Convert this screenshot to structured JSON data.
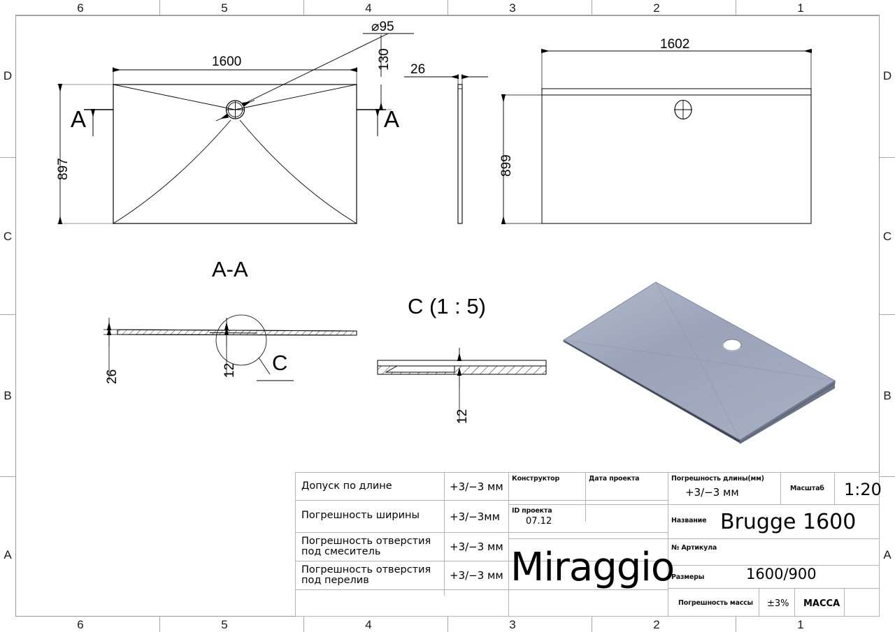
{
  "sheet": {
    "background": "#ffffff",
    "frame_color": "#9a9a9a",
    "line_color": "#000000"
  },
  "frame": {
    "columns_top": [
      "6",
      "5",
      "4",
      "3",
      "2",
      "1"
    ],
    "columns_bottom": [
      "6",
      "5",
      "4",
      "3",
      "2",
      "1"
    ],
    "rows_left": [
      "D",
      "C",
      "B",
      "A"
    ],
    "rows_right": [
      "D",
      "C",
      "B",
      "A"
    ]
  },
  "views": {
    "top_view": {
      "dim_width": "1600",
      "dim_height": "897",
      "dim_hole_diameter": "⌀95",
      "dim_hole_offset": "130",
      "section_letter_left": "A",
      "section_letter_right": "A"
    },
    "edge_view": {
      "dim_thickness": "26"
    },
    "bottom_view": {
      "dim_width": "1602",
      "dim_height": "899"
    },
    "section_aa": {
      "title": "A-A",
      "dim_overall": "26",
      "dim_local": "12",
      "detail_callout": "C"
    },
    "detail_c": {
      "title": "C (1 : 5)",
      "dim_thickness": "12"
    },
    "isometric": {
      "body_color": "#9aa3b8",
      "edge_color": "#3d4350"
    }
  },
  "title_block": {
    "tolerance_rows": [
      {
        "label": "Допуск по длине",
        "value": "+3/−3 мм"
      },
      {
        "label": "Погрешность ширины",
        "value": "+3/−3мм"
      },
      {
        "label": "Погрешность отверстия\nпод смеситель",
        "value": "+3/−3 мм"
      },
      {
        "label": "Погрешность отверстия\nпод перелив",
        "value": "+3/−3 мм"
      },
      {
        "label": "",
        "value": ""
      }
    ],
    "designer_label": "Конструктор",
    "designer_value": "",
    "project_id_label": "ID проекта",
    "project_id_value": "07.12",
    "project_date_label": "Дата проекта",
    "project_date_value": "",
    "brand_logo": "Miraggio",
    "length_tolerance_label": "Погрешность длины(мм)",
    "length_tolerance_value": "+3/−3 мм",
    "scale_label": "Масштаб",
    "scale_value": "1:20",
    "name_label": "Название",
    "name_value": "Brugge 1600",
    "article_label": "№ Артикула",
    "article_value": "",
    "size_label": "Размеры",
    "size_value": "1600/900",
    "mass_tolerance_label": "Погрешность массы",
    "mass_tolerance_value": "±3%",
    "mass_label": "МАССА",
    "mass_value": ""
  }
}
